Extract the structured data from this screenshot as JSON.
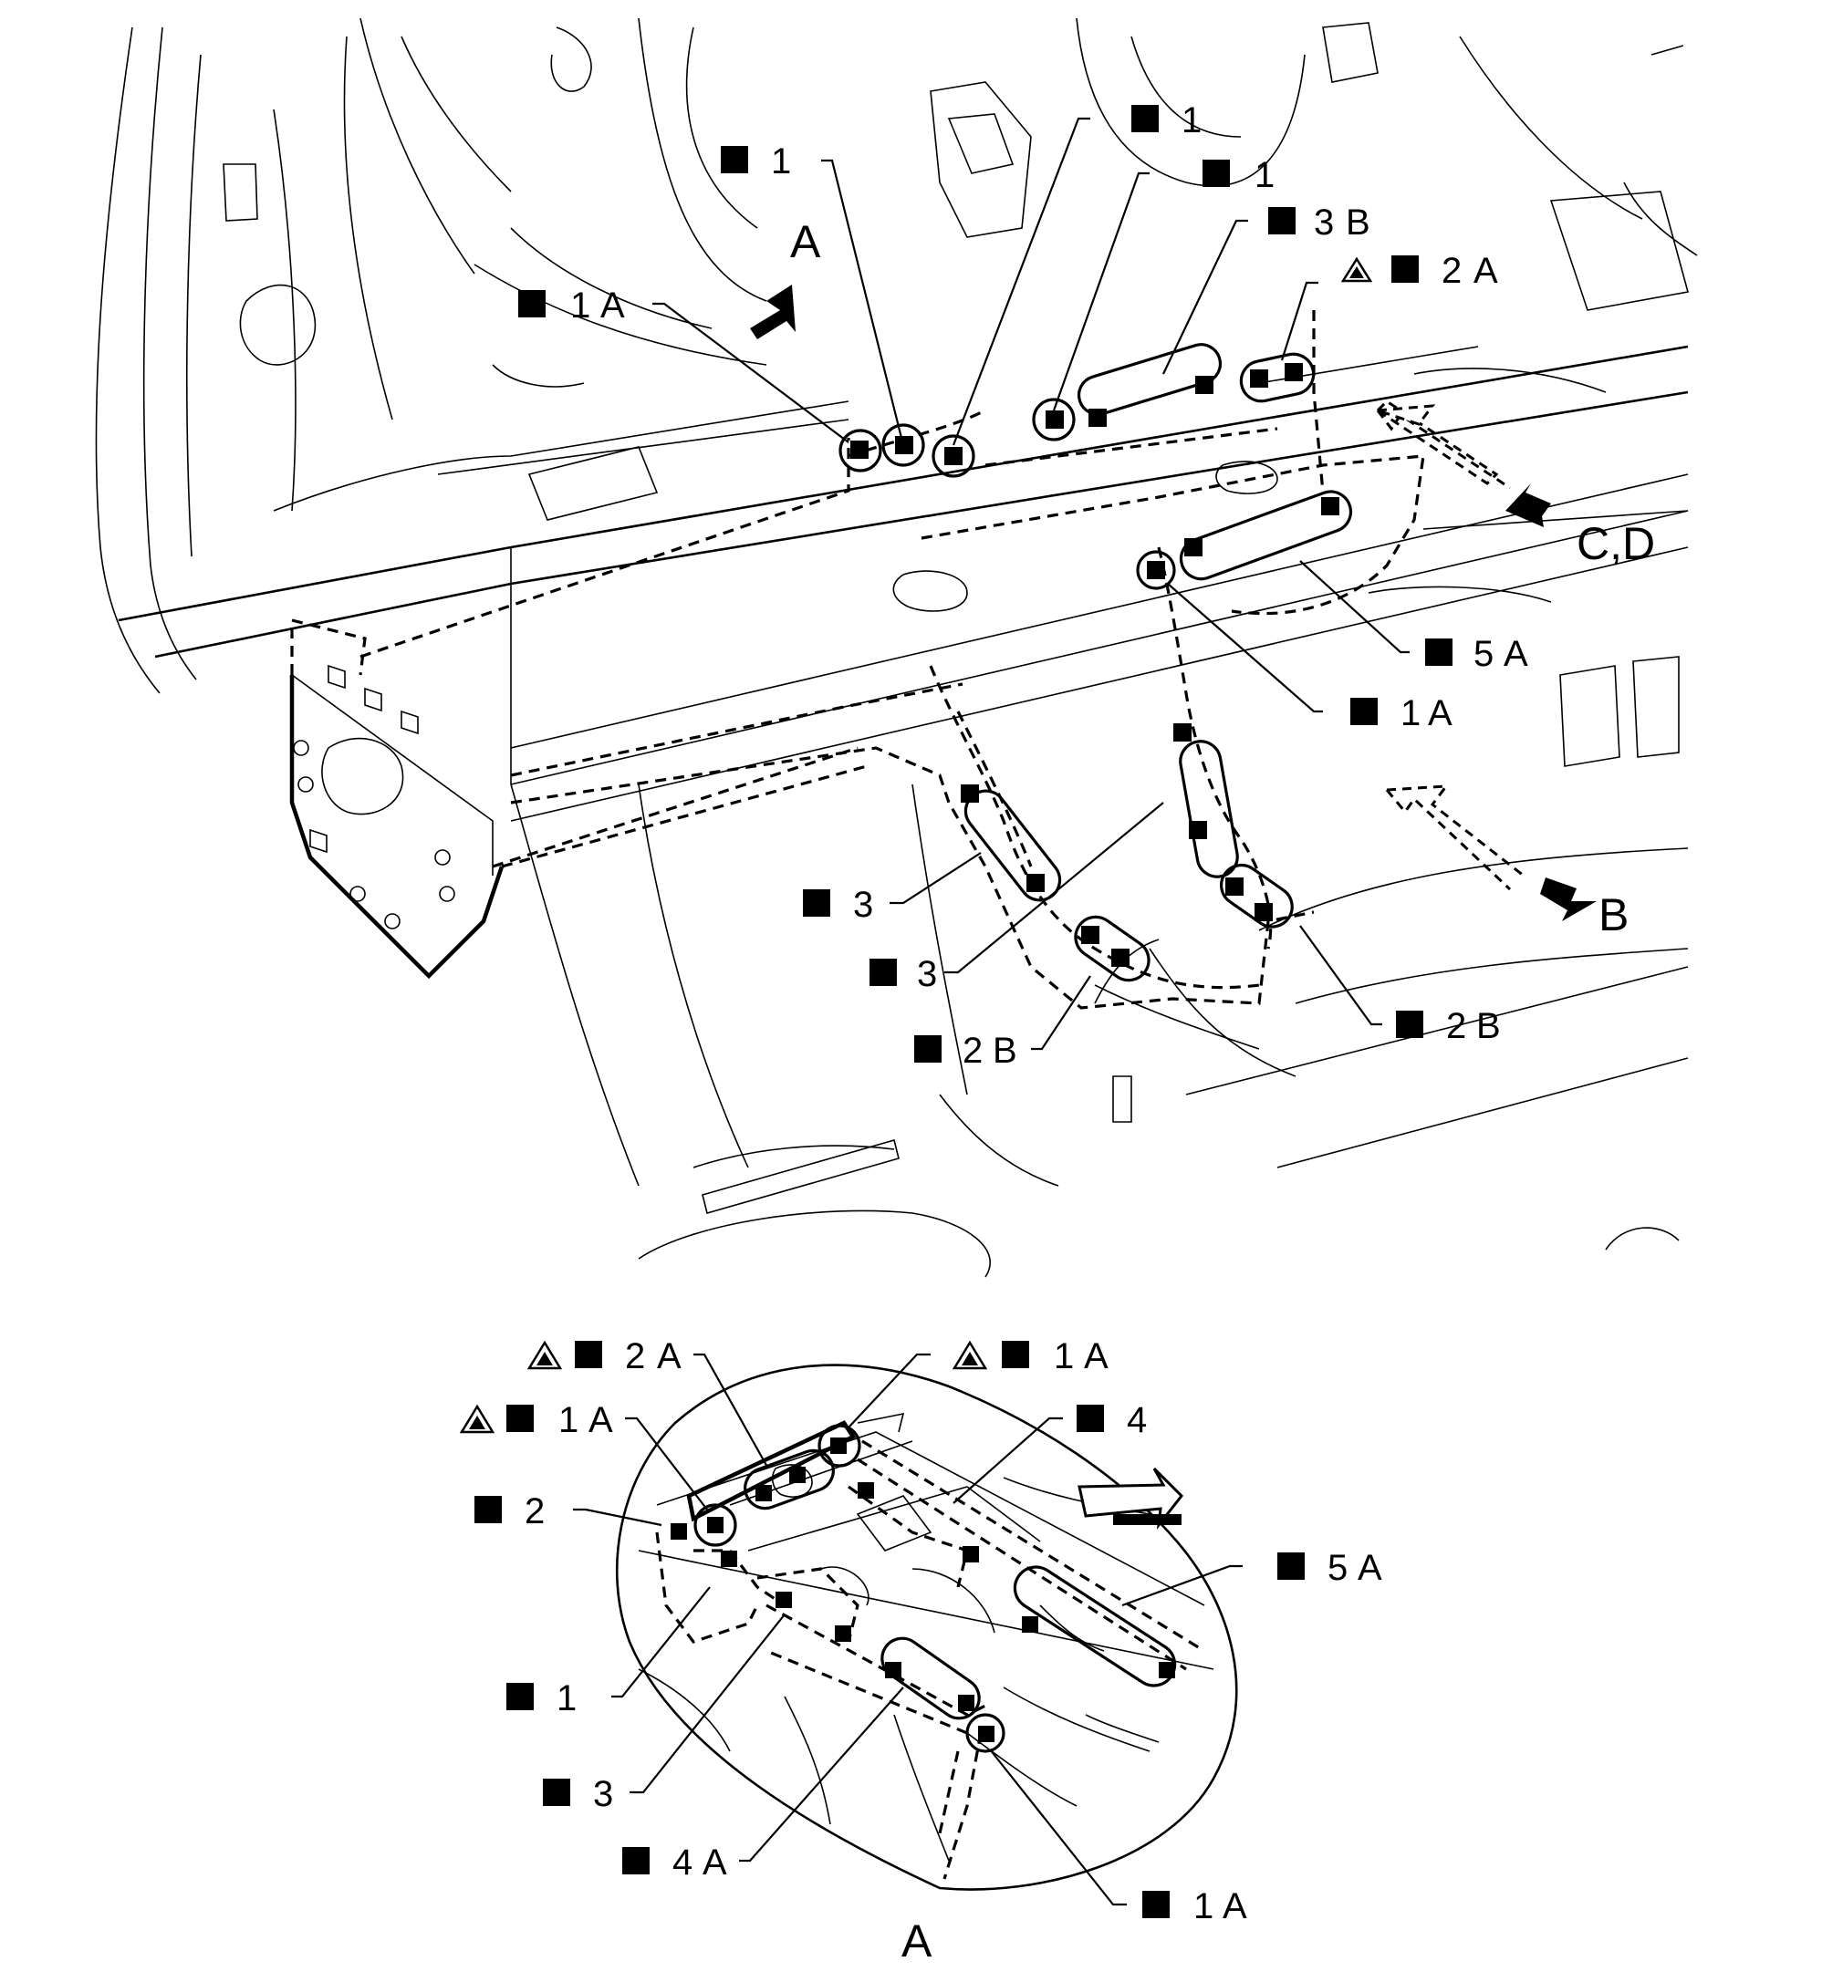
{
  "colors": {
    "ink": "#000000",
    "background": "#ffffff"
  },
  "views": {
    "view_a": "A",
    "view_b": "B",
    "view_cd": "C,D",
    "view_a_detail": "A"
  },
  "callouts_main": [
    {
      "id": "c1",
      "num": "1",
      "suffix": ""
    },
    {
      "id": "c2",
      "num": "1",
      "suffix": ""
    },
    {
      "id": "c3",
      "num": "1",
      "suffix": ""
    },
    {
      "id": "c4",
      "num": "3",
      "suffix": "B"
    },
    {
      "id": "c5",
      "num": "2",
      "suffix": "A",
      "symbol": "triangle-icon"
    },
    {
      "id": "c6",
      "num": "1",
      "suffix": "A"
    },
    {
      "id": "c7",
      "num": "5",
      "suffix": "A"
    },
    {
      "id": "c8",
      "num": "1",
      "suffix": "A"
    },
    {
      "id": "c9",
      "num": "3",
      "suffix": ""
    },
    {
      "id": "c10",
      "num": "3",
      "suffix": ""
    },
    {
      "id": "c11",
      "num": "2",
      "suffix": "B"
    },
    {
      "id": "c12",
      "num": "2",
      "suffix": "B"
    }
  ],
  "callouts_detail": [
    {
      "id": "d1",
      "num": "2",
      "suffix": "A",
      "symbol": "triangle-icon"
    },
    {
      "id": "d2",
      "num": "1",
      "suffix": "A",
      "symbol": "triangle-icon"
    },
    {
      "id": "d3",
      "num": "1",
      "suffix": "A",
      "symbol": "triangle-icon"
    },
    {
      "id": "d4",
      "num": "4",
      "suffix": ""
    },
    {
      "id": "d5",
      "num": "2",
      "suffix": ""
    },
    {
      "id": "d6",
      "num": "5",
      "suffix": "A"
    },
    {
      "id": "d7",
      "num": "1",
      "suffix": ""
    },
    {
      "id": "d8",
      "num": "3",
      "suffix": ""
    },
    {
      "id": "d9",
      "num": "4",
      "suffix": "A"
    },
    {
      "id": "d10",
      "num": "1",
      "suffix": "A"
    }
  ]
}
